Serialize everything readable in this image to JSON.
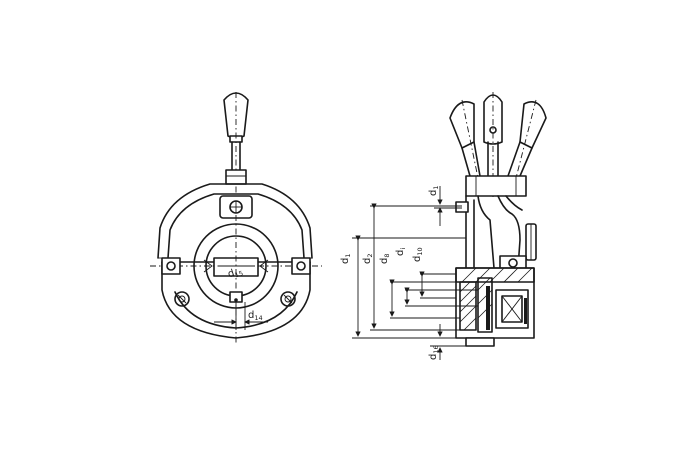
{
  "labels": {
    "d15": {
      "main": "d",
      "sub": "15"
    },
    "d14": {
      "main": "d",
      "sub": "14"
    },
    "d1_top": {
      "main": "d",
      "sub": "1"
    },
    "d1": {
      "main": "d",
      "sub": "1"
    },
    "d2": {
      "main": "d",
      "sub": "2"
    },
    "d8": {
      "main": "d",
      "sub": "8"
    },
    "d_i": {
      "main": "d",
      "sub": "i"
    },
    "d10": {
      "main": "d",
      "sub": "10"
    },
    "d16": {
      "main": "d",
      "sub": "16"
    }
  }
}
